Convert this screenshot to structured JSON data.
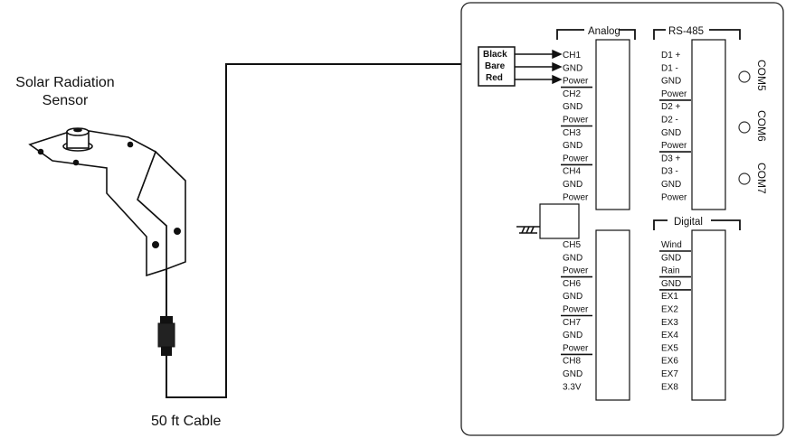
{
  "sensor": {
    "title_line1": "Solar Radiation",
    "title_line2": "Sensor"
  },
  "cable_label": "50 ft Cable",
  "wire_box": {
    "wires": [
      "Black",
      "Bare",
      "Red"
    ]
  },
  "analog": {
    "header": "Analog",
    "upper": [
      "CH1",
      "GND",
      "Power",
      "CH2",
      "GND",
      "Power",
      "CH3",
      "GND",
      "Power",
      "CH4",
      "GND",
      "Power"
    ],
    "lower": [
      "CH5",
      "GND",
      "Power",
      "CH6",
      "GND",
      "Power",
      "CH7",
      "GND",
      "Power",
      "CH8",
      "GND",
      "3.3V"
    ]
  },
  "rs485": {
    "header": "RS-485",
    "terminals": [
      "D1 +",
      "D1 -",
      "GND",
      "Power",
      "D2 +",
      "D2 -",
      "GND",
      "Power",
      "D3 +",
      "D3 -",
      "GND",
      "Power"
    ],
    "com_ports": [
      "COM5",
      "COM6",
      "COM7"
    ]
  },
  "digital": {
    "header": "Digital",
    "terminals": [
      "Wind",
      "GND",
      "Rain",
      "GND",
      "EX1",
      "EX2",
      "EX3",
      "EX4",
      "EX5",
      "EX6",
      "EX7",
      "EX8"
    ]
  }
}
